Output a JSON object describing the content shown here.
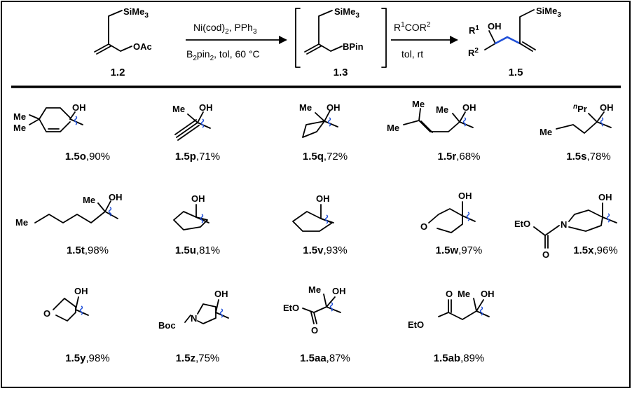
{
  "reaction": {
    "sm_label": "1.2",
    "sm_tms": "SiMe",
    "sm_tms_sub": "3",
    "sm_oac": "OAc",
    "arrow1_top": "Ni(cod)",
    "arrow1_top_sub": "2",
    "arrow1_top_rest": ", PPh",
    "arrow1_top_sub2": "3",
    "arrow1_bot_b": "B",
    "arrow1_bot_sub": "2",
    "arrow1_bot_rest": "pin",
    "arrow1_bot_sub2": "2",
    "arrow1_bot_end": ", tol, 60 °C",
    "int_label": "1.3",
    "int_tms": "SiMe",
    "int_tms_sub": "3",
    "int_bpin": "BPin",
    "arrow2_top_r1": "R",
    "arrow2_top_sup1": "1",
    "arrow2_top_cor": "COR",
    "arrow2_top_sup2": "2",
    "arrow2_bot": "tol, rt",
    "prod_label": "1.5",
    "prod_r1": "R",
    "prod_r1_sup": "1",
    "prod_oh": "OH",
    "prod_r2": "R",
    "prod_r2_sup": "2",
    "prod_tms": "SiMe",
    "prod_tms_sub": "3"
  },
  "entries": [
    {
      "id": "1.5o",
      "yield": ",90%"
    },
    {
      "id": "1.5p",
      "yield": ",71%"
    },
    {
      "id": "1.5q",
      "yield": ",72%"
    },
    {
      "id": "1.5r",
      "yield": ",68%"
    },
    {
      "id": "1.5s",
      "yield": ",78%"
    },
    {
      "id": "1.5t",
      "yield": ",98%"
    },
    {
      "id": "1.5u",
      "yield": ",81%"
    },
    {
      "id": "1.5v",
      "yield": ",93%"
    },
    {
      "id": "1.5w",
      "yield": ",97%"
    },
    {
      "id": "1.5x",
      "yield": ",96%"
    },
    {
      "id": "1.5y",
      "yield": ",98%"
    },
    {
      "id": "1.5z",
      "yield": ",75%"
    },
    {
      "id": "1.5aa",
      "yield": ",87%"
    },
    {
      "id": "1.5ab",
      "yield": ",89%"
    }
  ],
  "atoms": {
    "me": "Me",
    "oh": "OH",
    "o": "O",
    "n": "N",
    "eto": "EtO",
    "boc": "Boc",
    "npr_sup": "n",
    "npr": "Pr"
  }
}
